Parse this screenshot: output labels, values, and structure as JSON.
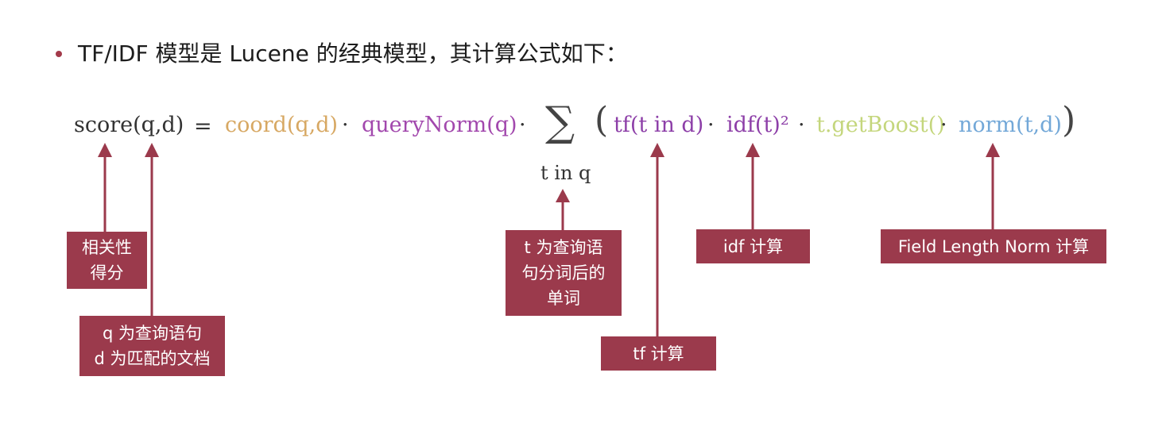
{
  "bullet": {
    "text": "TF/IDF 模型是 Lucene 的经典模型，其计算公式如下："
  },
  "formula": {
    "score": "score(q,d)",
    "equals": "=",
    "coord": "coord(q,d)",
    "dot": "·",
    "query_norm": "queryNorm(q)",
    "sigma": "∑",
    "sum_subscript": "t in q",
    "open_paren": "(",
    "tf": "tf(t in d)",
    "idf": "idf(t)²",
    "boost": "t.getBoost()",
    "norm": "norm(t,d)",
    "close_paren": ")"
  },
  "labels": {
    "relevance": [
      "相关性",
      "得分"
    ],
    "query_doc": [
      "q 为查询语句",
      "d 为匹配的文档"
    ],
    "term": [
      "t 为查询语",
      "句分词后的",
      "单词"
    ],
    "tf_calc": "tf 计算",
    "idf_calc": "idf 计算",
    "field_norm": "Field Length Norm 计算"
  },
  "colors": {
    "label_bg": "#9b3a4c",
    "coord": "#d7a863",
    "query_norm": "#a248ad",
    "tf_idf": "#8d3fa8",
    "boost": "#c4d67c",
    "norm": "#73a8d8"
  }
}
